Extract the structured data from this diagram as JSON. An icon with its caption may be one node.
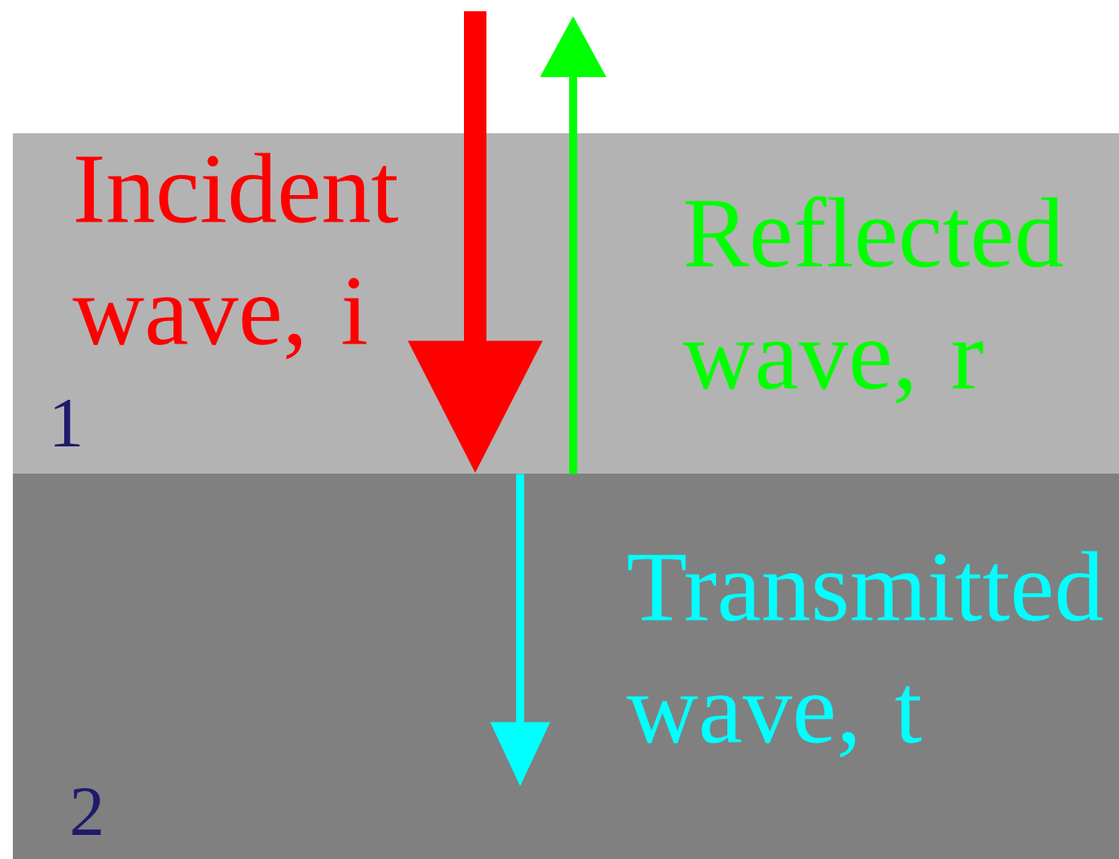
{
  "diagram": {
    "nodes": [
      {
        "text": [
          "1"
        ]
      },
      {
        "text": [
          "2"
        ]
      }
    ],
    "edges": [
      {
        "from": null,
        "to": 0,
        "arrow": "to",
        "label": "Incident wave, i",
        "style": "thick",
        "color": "#ff0000"
      },
      {
        "from": 0,
        "to": null,
        "arrow": "to",
        "label": "Reflected wave, r",
        "color": "#00ff00"
      },
      {
        "from": 0,
        "to": 1,
        "arrow": "to",
        "label": "Transmitted wave, t",
        "color": "#00ffff"
      }
    ]
  }
}
